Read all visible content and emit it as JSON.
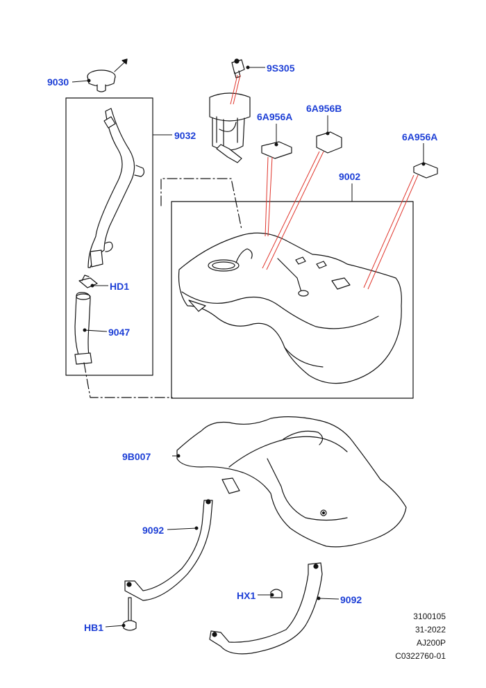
{
  "callouts": {
    "c9030": "9030",
    "c9S305": "9S305",
    "c6A956A_1": "6A956A",
    "c6A956B": "6A956B",
    "c6A956A_2": "6A956A",
    "c9032": "9032",
    "c9002": "9002",
    "cHD1": "HD1",
    "c9047": "9047",
    "c9B007": "9B007",
    "c9092_1": "9092",
    "c9092_2": "9092",
    "cHX1": "HX1",
    "cHB1": "HB1"
  },
  "reference": {
    "line1": "3100105",
    "line2": "31-2022",
    "line3": "AJ200P",
    "line4": "C0322760-01"
  },
  "colors": {
    "callout_text": "#1d3fd6",
    "leader_red": "#e0332a",
    "line": "#111111"
  }
}
